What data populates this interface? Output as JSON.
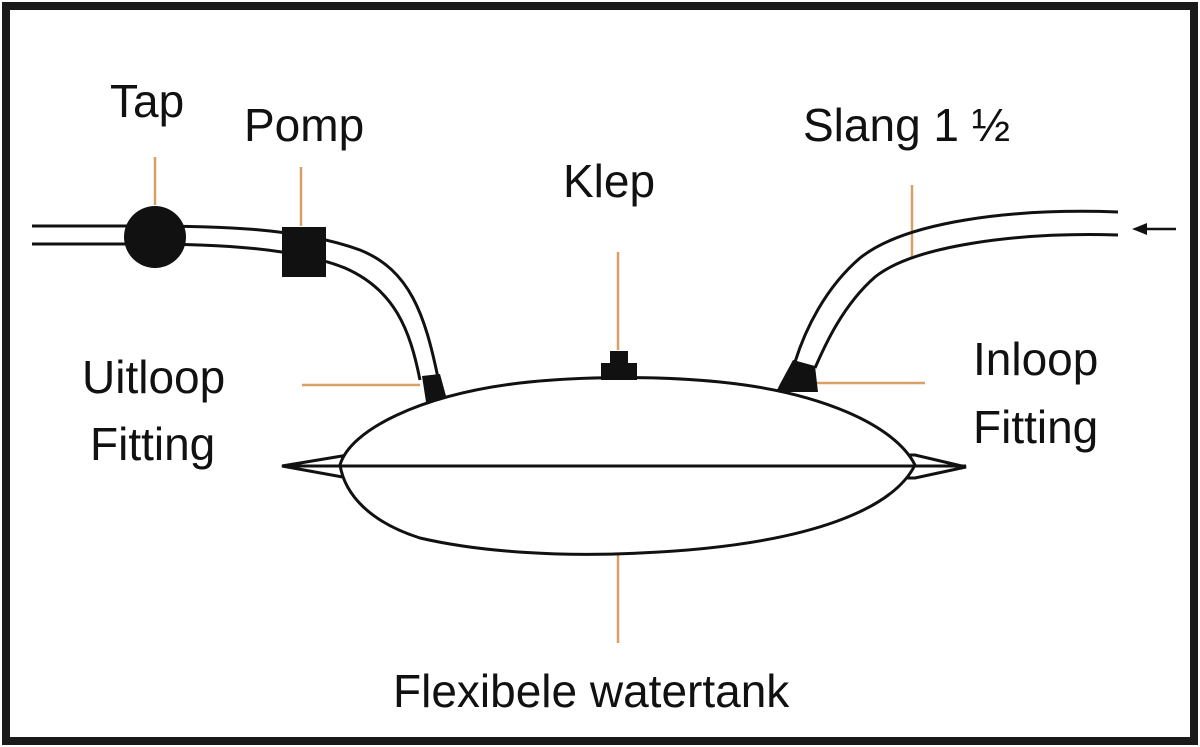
{
  "labels": {
    "tap": "Tap",
    "pump": "Pomp",
    "valve": "Klep",
    "hose": "Slang 1 ½",
    "outlet_line1": "Uitloop",
    "outlet_line2": "Fitting",
    "inlet_line1": "Inloop",
    "inlet_line2": "Fitting",
    "tank": "Flexibele watertank"
  },
  "colors": {
    "line": "#111111",
    "leader": "#d9a066",
    "frame": "#1a1a1a",
    "background": "#ffffff"
  }
}
